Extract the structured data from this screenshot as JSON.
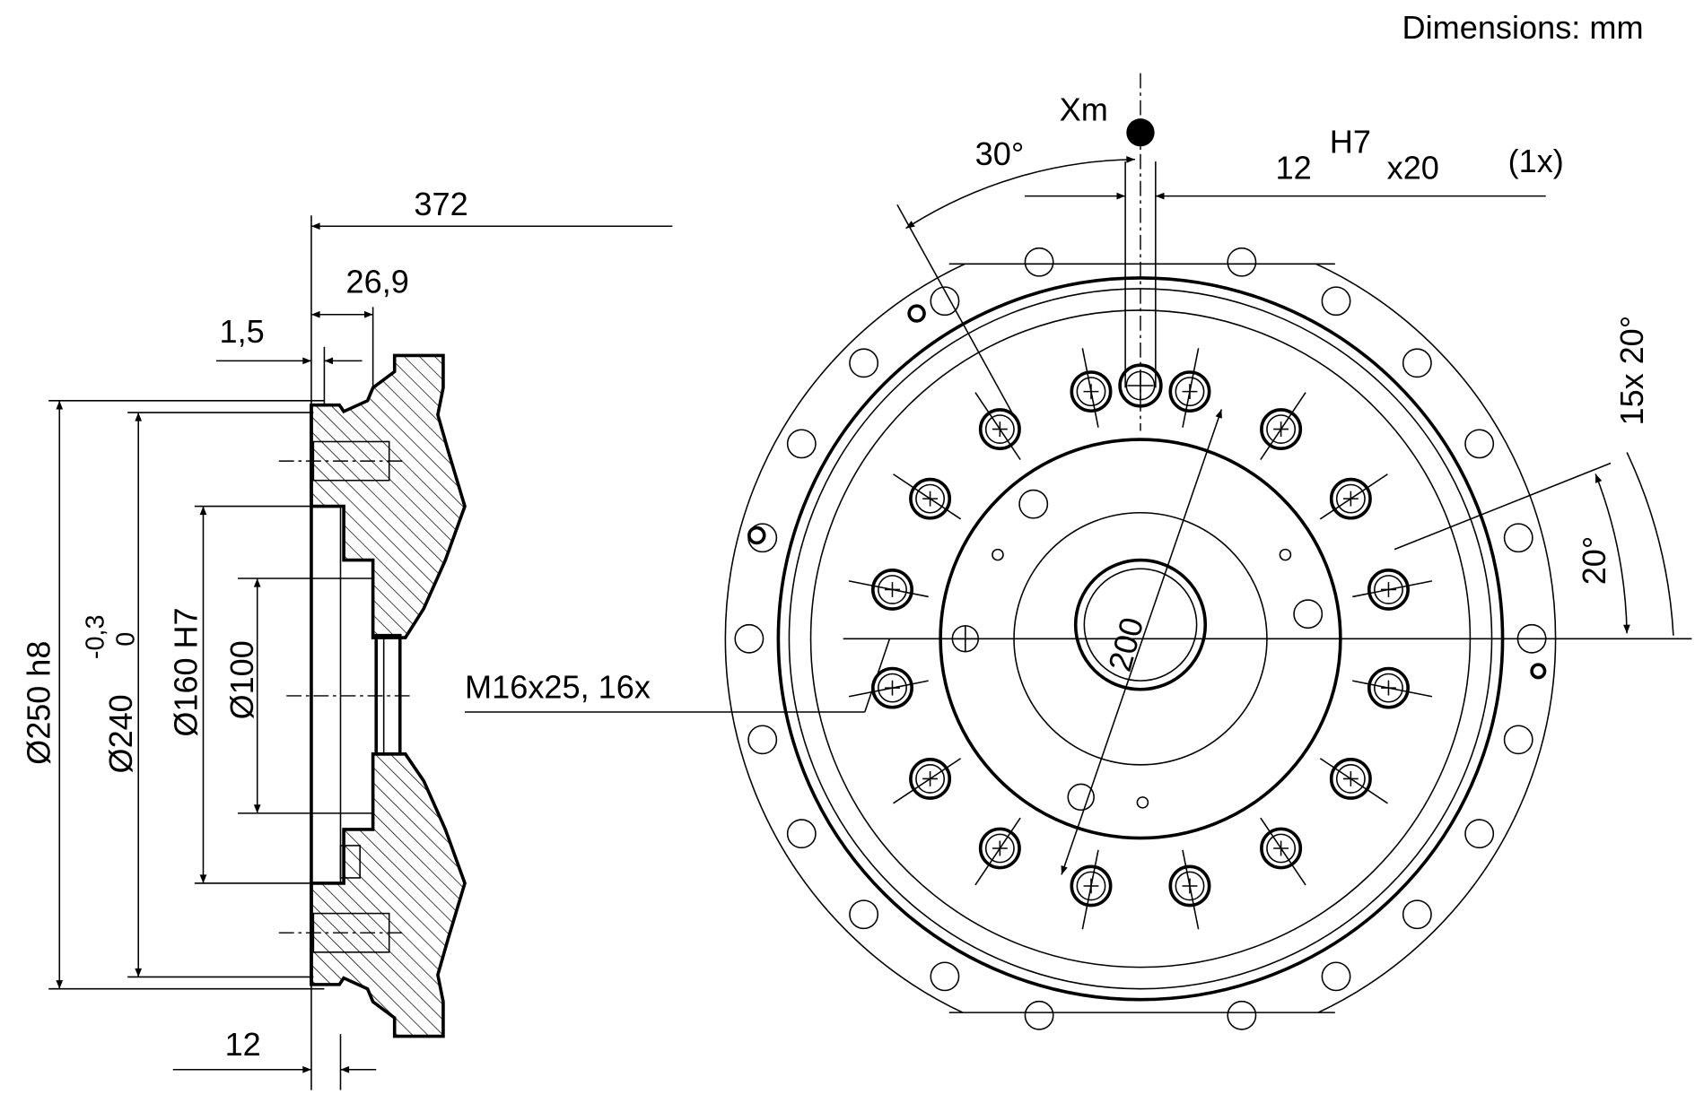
{
  "units_label": "Dimensions: mm",
  "front_view": {
    "marker_label": "Xm",
    "angle_label": "30°",
    "pin_hole": {
      "size": "12",
      "fit": "H7",
      "depth": "x20",
      "count": "(1x)"
    },
    "thread_label": "M16x25,  16x",
    "bolt_circle_label": "200",
    "hole_pattern_label": "15x 20°",
    "hole_angle_label": "20°"
  },
  "side_view": {
    "length_label": "372",
    "offset_label": "26,9",
    "recess_label": "1,5",
    "outer_diameter": "Ø250 h8",
    "pilot_diameter": "Ø240",
    "pilot_tol_upper": "-0,3",
    "pilot_tol_lower": "0",
    "bore_diameter": "Ø160 H7",
    "inner_diameter": "Ø100",
    "flange_thickness_label": "12"
  }
}
